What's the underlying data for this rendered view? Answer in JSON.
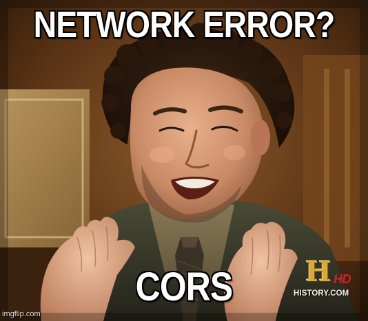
{
  "meme": {
    "top_text": "NETWORK ERROR?",
    "bottom_text": "CORS",
    "channel_logo": {
      "letter": "H",
      "hd": "HD",
      "site": "HISTORY.COM"
    },
    "watermark": "imgflip.com"
  },
  "colors": {
    "caption_fill": "#ffffff",
    "caption_stroke": "#000000",
    "logo_gold": "#d9a93a",
    "logo_hd_red": "#c7262c",
    "background_brown": "#6b3d18"
  },
  "icons": {
    "channel_logo": "history-channel-logo-icon"
  }
}
